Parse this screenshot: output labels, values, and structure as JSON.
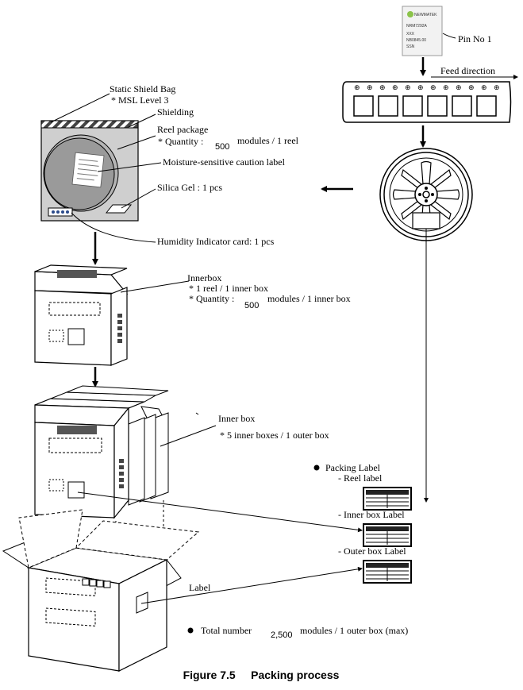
{
  "chip": {
    "brand": "NEWMATEK",
    "part": "NRM7292A",
    "line1": "XXX",
    "line2": "NB0845.00",
    "line3": "SSN",
    "pin_label": "Pin No 1"
  },
  "feed_direction": "Feed direction",
  "bag": {
    "static_shield": "Static Shield Bag",
    "msl": "* MSL Level 3",
    "shielding": "Shielding",
    "reel_package": "Reel package",
    "quantity_prefix": "* Quantity :",
    "quantity_value": "500",
    "quantity_suffix": "modules / 1 reel",
    "moisture_label": "Moisture-sensitive caution label",
    "silica_gel": "Silica Gel : 1 pcs",
    "humidity_card": "Humidity Indicator card: 1 pcs"
  },
  "innerbox": {
    "title": "Innerbox",
    "line1": "* 1 reel / 1 inner box",
    "quantity_prefix": "* Quantity :",
    "quantity_value": "500",
    "quantity_suffix": "modules / 1 inner box"
  },
  "outer": {
    "inner_box": "Inner box",
    "count": "* 5 inner boxes / 1 outer box",
    "label": "Label",
    "total_prefix": "Total number",
    "total_value": "2,500",
    "total_suffix": "modules / 1 outer box (max)"
  },
  "packing_label": {
    "title": "Packing Label",
    "reel": "- Reel label",
    "inner": "- Inner box Label",
    "outer": "- Outer box Label"
  },
  "caption": "Figure 7.5     Packing process"
}
